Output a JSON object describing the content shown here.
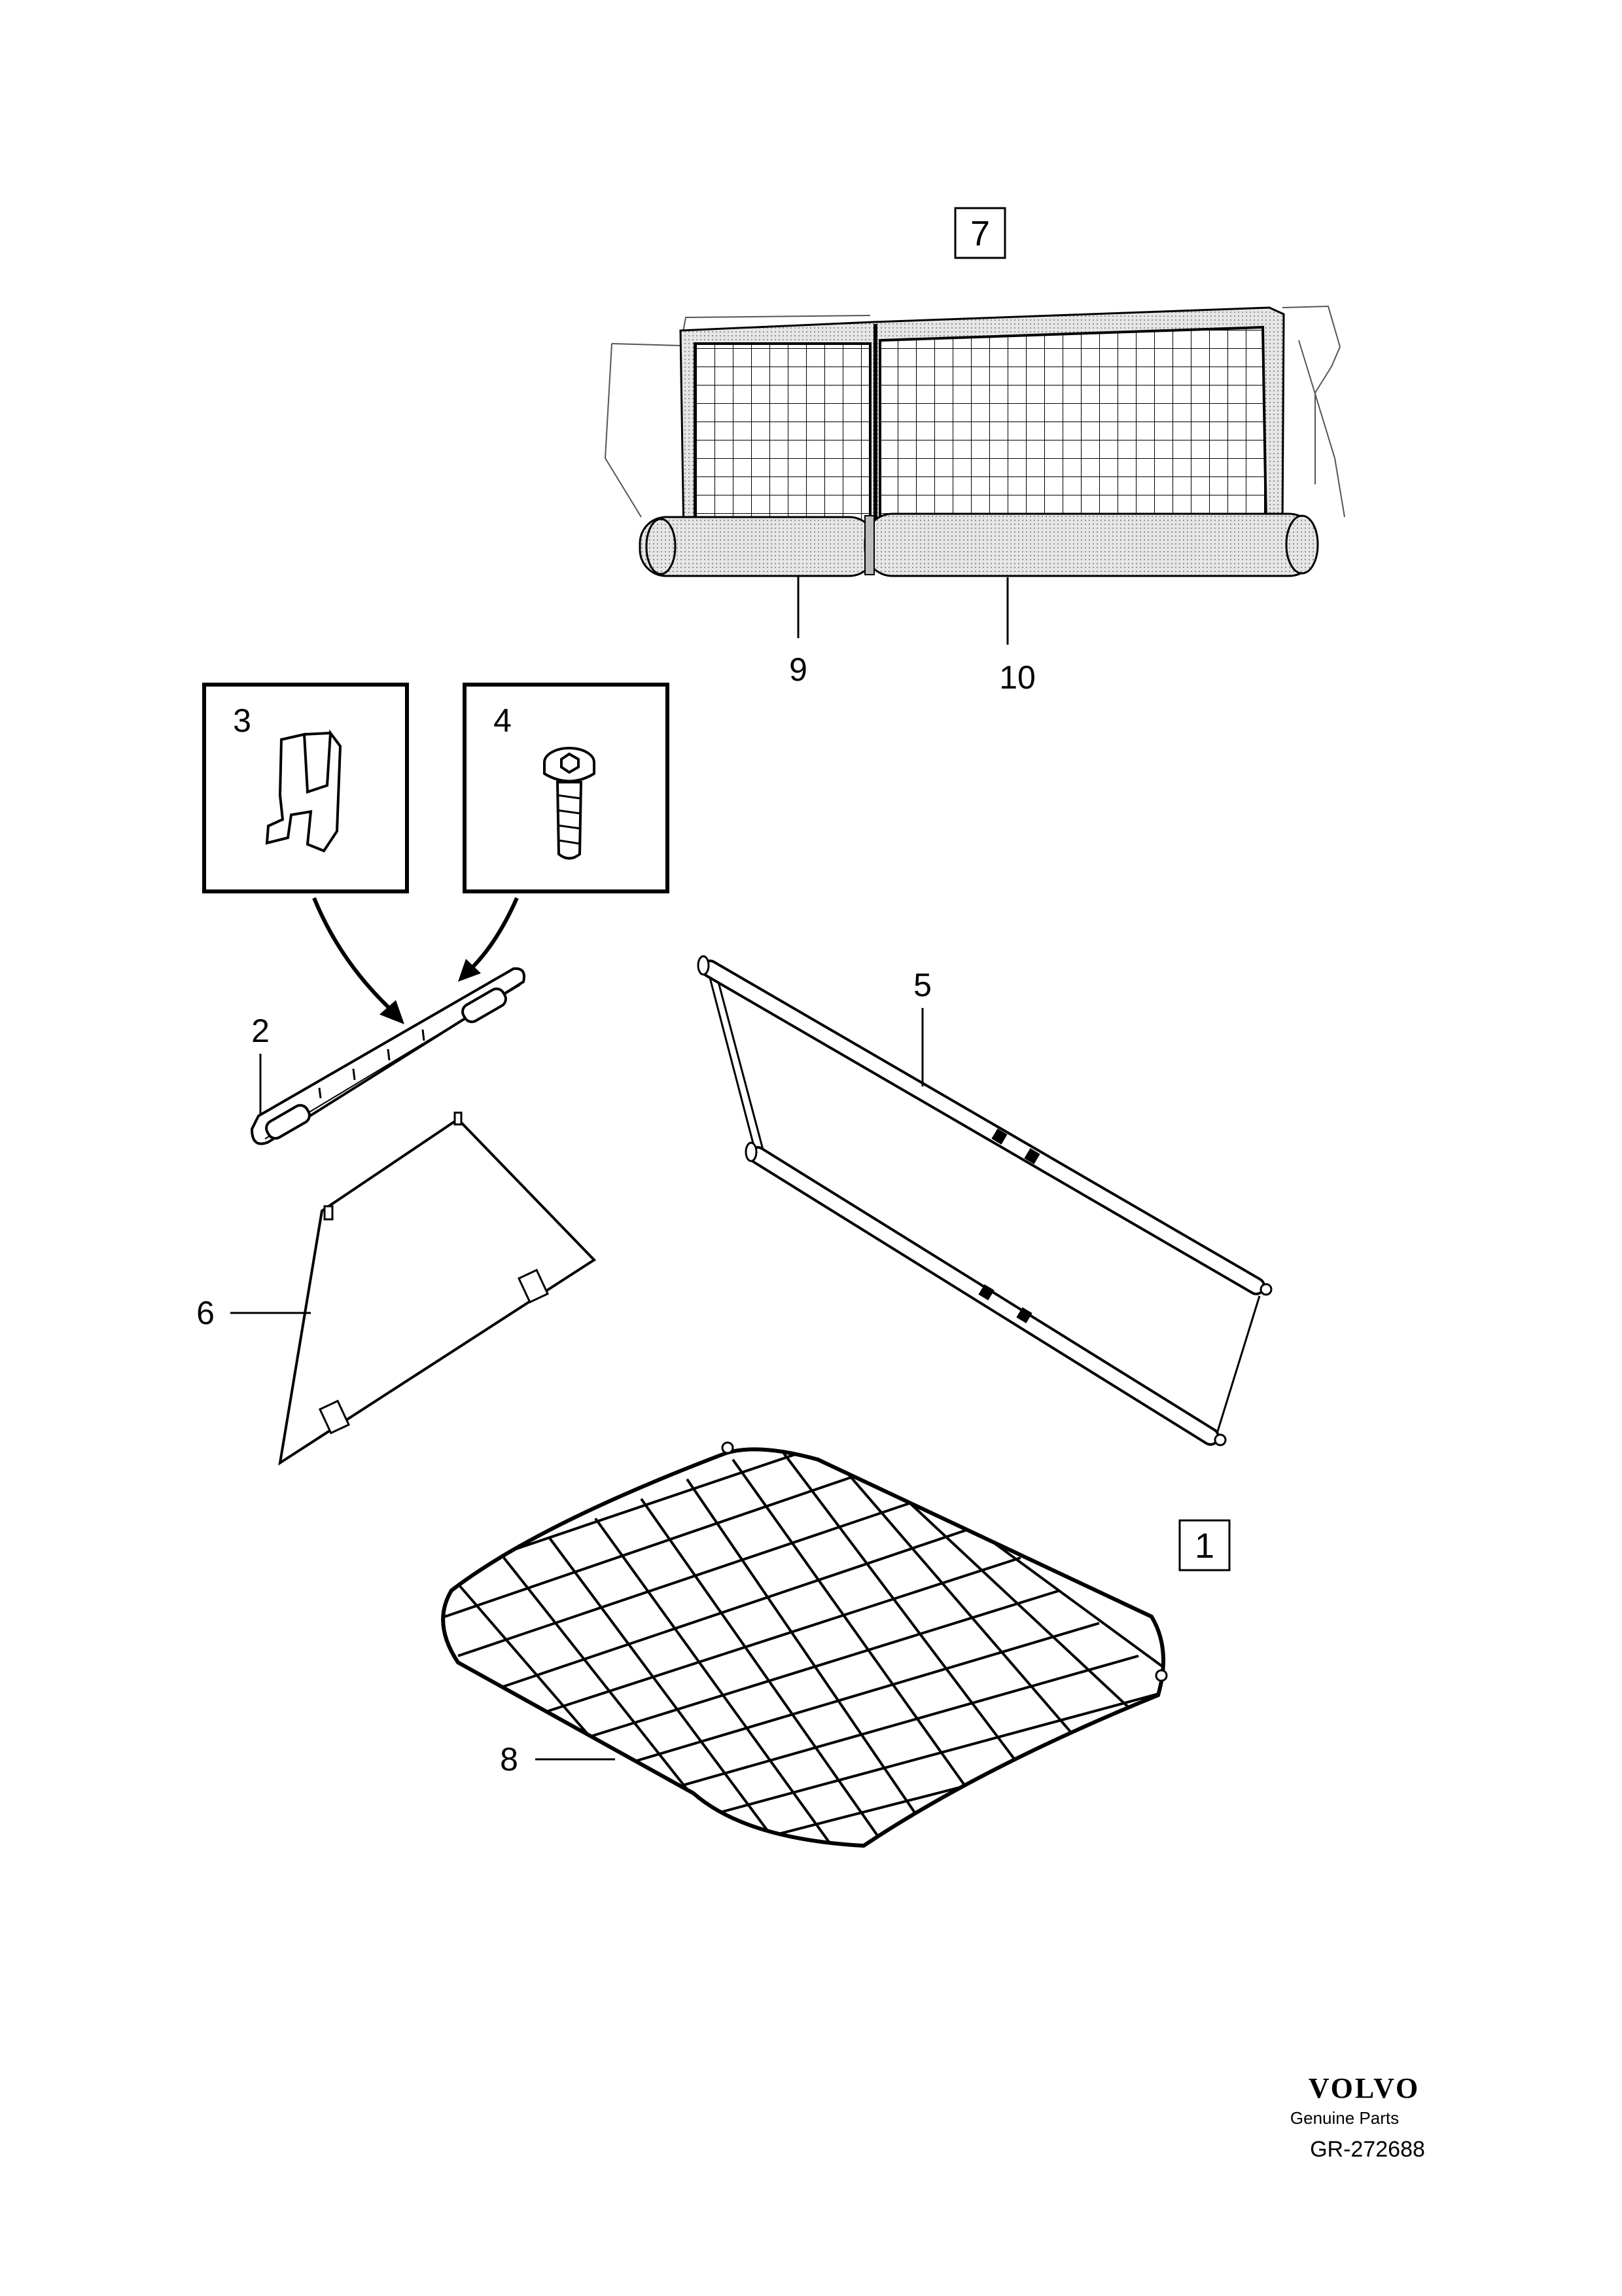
{
  "callouts": {
    "c1": "1",
    "c2": "2",
    "c3": "3",
    "c4": "4",
    "c5": "5",
    "c6": "6",
    "c7": "7",
    "c8": "8",
    "c9": "9",
    "c10": "10"
  },
  "footer": {
    "brand": "VOLVO",
    "tagline": "Genuine Parts",
    "code": "GR-272688"
  }
}
